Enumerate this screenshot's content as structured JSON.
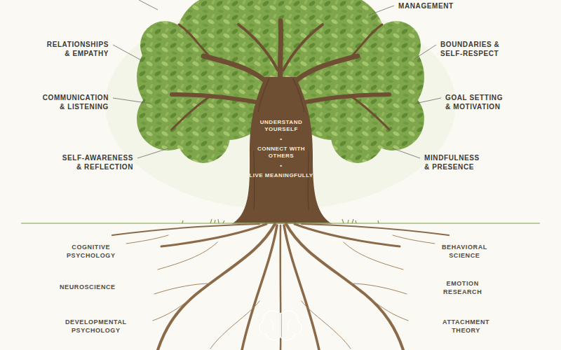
{
  "diagram": {
    "labels": [
      "MANAGEMENT",
      "RELATIONSHIPS & EMPATHY",
      "BOUNDARIES & SELF-RESPECT",
      "COMMUNICATION & LISTENING",
      "GOAL SETTING & MOTIVATION",
      "UNDERSTAND YOURSELF",
      "•",
      "CONNECT WITH OTHERS",
      "•",
      "SELF-AWARENESS & REFLECTION",
      "MINDFULNESS & PRESENCE",
      "LIVE MEANINGFULLY",
      "COGNITIVE PSYCHOLOGY",
      "BEHAVIORAL SCIENCE",
      "NEUROSCIENCE",
      "EMOTION RESEARCH",
      "DEVELOPMENTAL PSYCHOLOGY",
      "ATTACHMENT THEORY"
    ]
  }
}
